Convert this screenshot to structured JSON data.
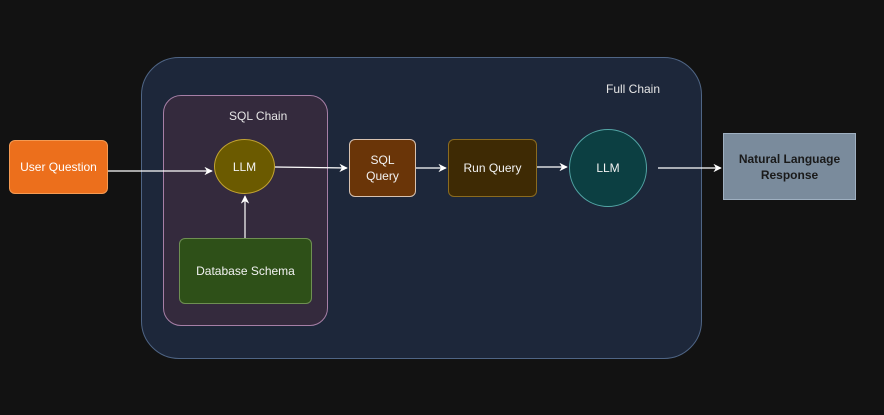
{
  "groups": {
    "full_chain": "Full Chain",
    "sql_chain": "SQL Chain"
  },
  "nodes": {
    "user_question": "User Question",
    "llm_1": "LLM",
    "database_schema": "Database Schema",
    "sql_query": "SQL\nQuery",
    "run_query": "Run Query",
    "llm_2": "LLM",
    "nl_response": "Natural Language\nResponse"
  },
  "edges": [
    {
      "from": "User Question",
      "to": "LLM"
    },
    {
      "from": "Database Schema",
      "to": "LLM"
    },
    {
      "from": "LLM",
      "to": "SQL Query"
    },
    {
      "from": "SQL Query",
      "to": "Run Query"
    },
    {
      "from": "Run Query",
      "to": "LLM"
    },
    {
      "from": "LLM",
      "to": "Natural Language Response"
    }
  ],
  "colors": {
    "background": "#121212",
    "full_chain_fill": "#1d273a",
    "sql_chain_fill": "#342a3d",
    "user_question": "#ec6f1c",
    "llm_sql": "#6b5a00",
    "database_schema": "#2e5018",
    "sql_query": "#6a3508",
    "run_query": "#3e2a04",
    "llm_final": "#0c3f42",
    "response": "#7a8b9c",
    "edge": "#ffffff"
  }
}
